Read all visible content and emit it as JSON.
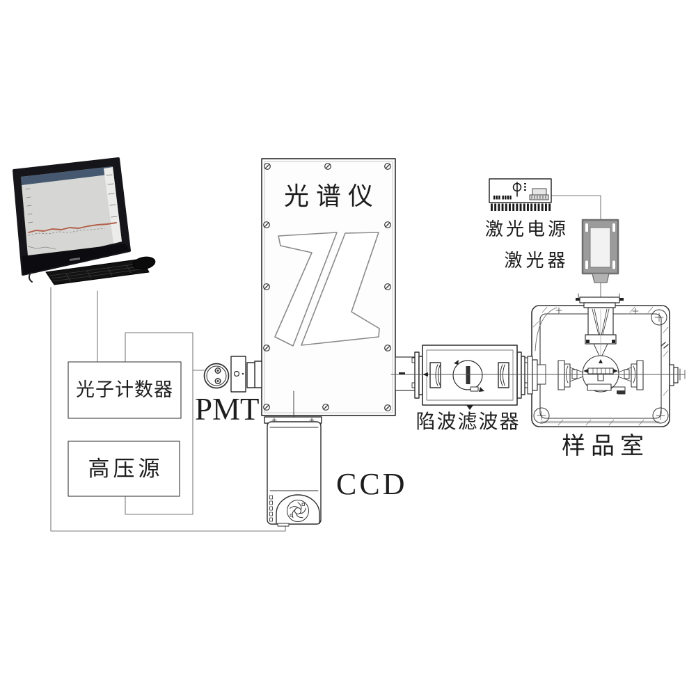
{
  "labels": {
    "spectrometer": "光谱仪",
    "laser_power_supply": "激光电源",
    "laser": "激光器",
    "pmt": "PMT",
    "photon_counter": "光子计数器",
    "high_voltage_source": "高压源",
    "ccd": "CCD",
    "notch_filter": "陷波滤波器",
    "sample_chamber": "样品室"
  },
  "colors": {
    "ink": "#3a3a3a",
    "wire": "#7a7a7a",
    "laser_body": "#9b9b9b",
    "screen_trace": "#b2604a"
  }
}
